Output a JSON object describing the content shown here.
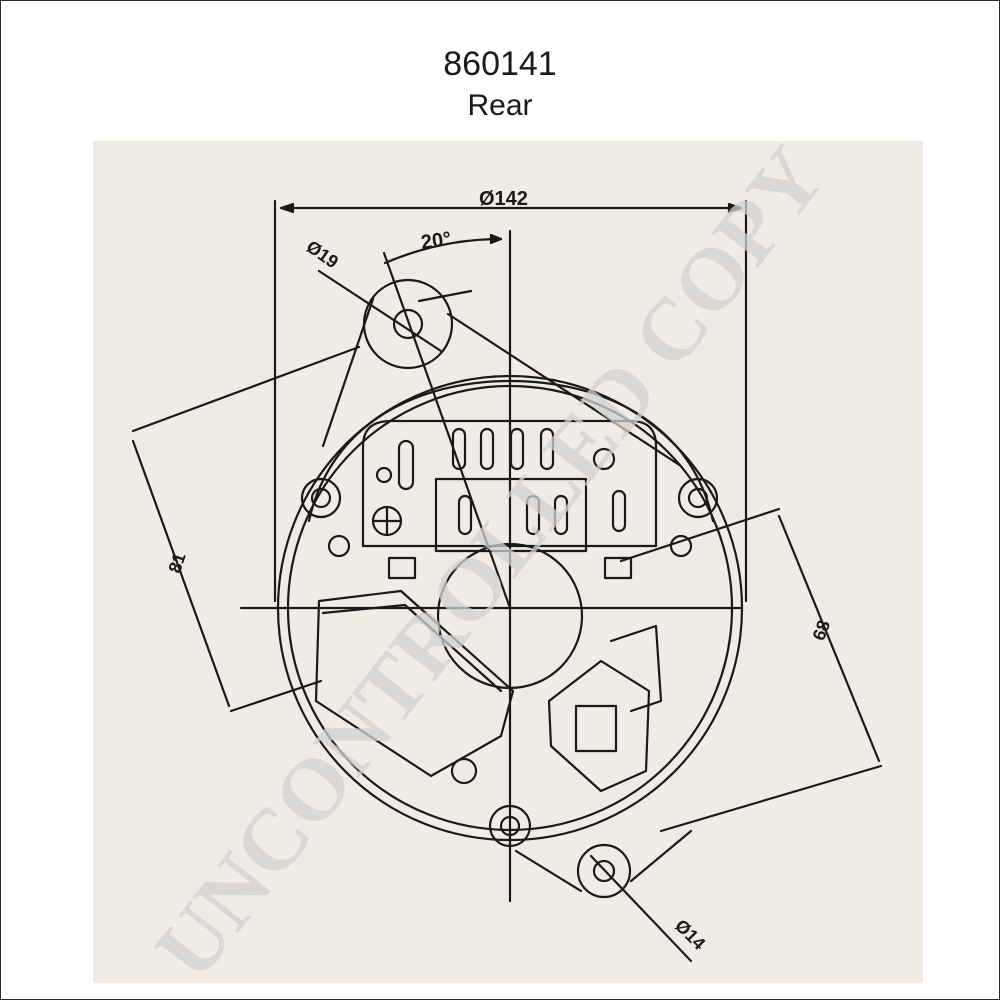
{
  "header": {
    "part_number": "860141",
    "view": "Rear"
  },
  "dimensions": {
    "overall": "Ø142",
    "angle": "20°",
    "top_hole": "Ø19",
    "left_span": "81",
    "right_span": "68",
    "bottom_hole": "Ø14"
  },
  "watermark": "UNCONTROLLED COPY",
  "colors": {
    "ink": "#1a1a1a",
    "paper": "#f1ebe6",
    "watermark": "#d2d2d2"
  }
}
